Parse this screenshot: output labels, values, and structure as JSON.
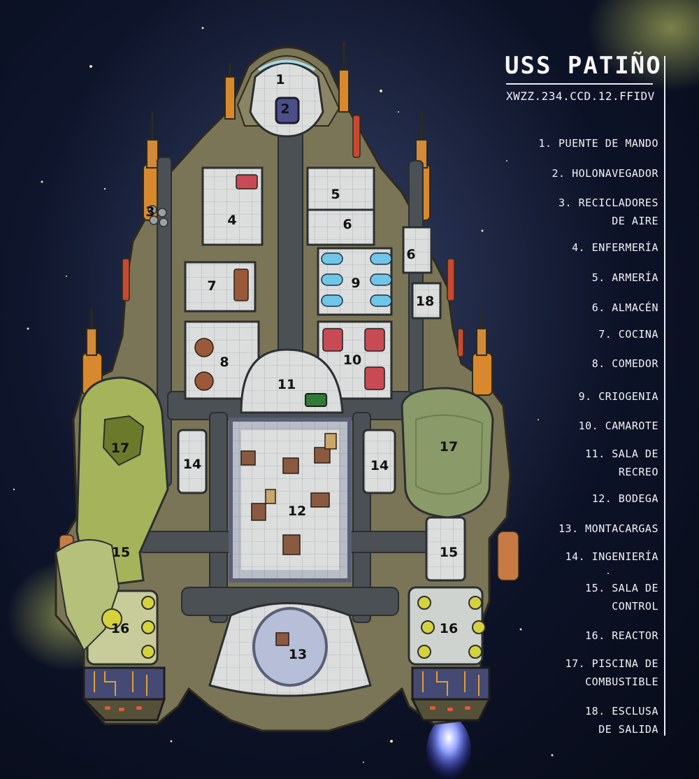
{
  "title": "USS PATIÑO",
  "subtitle": "XWZZ.234.CCD.12.FFIDV",
  "legend": [
    "1. PUENTE DE MANDO",
    "2. HOLONAVEGADOR",
    "3. RECICLADORES\nDE AIRE",
    "4. ENFERMERÍA",
    "5. ARMERÍA",
    "6. ALMACÉN",
    "7. COCINA",
    "8. COMEDOR",
    "9. CRIOGENIA",
    "10. CAMAROTE",
    "11. SALA DE\nRECREO",
    "12. BODEGA",
    "13. MONTACARGAS",
    "14. INGENIERÍA",
    "15. SALA DE\nCONTROL",
    "16. REACTOR",
    "17. PISCINA DE\nCOMBUSTIBLE",
    "18. ESCLUSA\nDE SALIDA"
  ],
  "map_labels": [
    "1",
    "2",
    "3",
    "4",
    "5",
    "6",
    "6",
    "7",
    "8",
    "9",
    "10",
    "11",
    "12",
    "13",
    "14",
    "14",
    "15",
    "15",
    "16",
    "16",
    "17",
    "17",
    "18"
  ],
  "colors": {
    "space": "#0d1328",
    "hull": "#7c7658",
    "hull_dark": "#555038",
    "corridor": "#4a5054",
    "floor": "#d9dcdc",
    "fuel_pool": "#9fae55",
    "accent_orange": "#d8892e",
    "accent_red": "#c8492f"
  }
}
